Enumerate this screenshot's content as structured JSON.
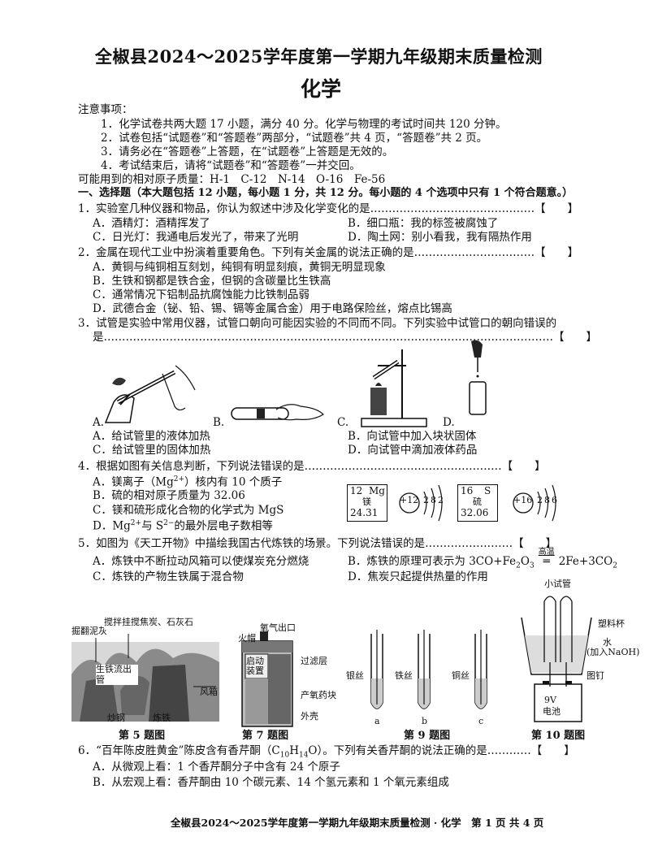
{
  "header": {
    "title": "全椒县2024～2025学年度第一学期九年级期末质量检测",
    "subject": "化学"
  },
  "notice": {
    "heading": "注意事项：",
    "items": [
      "1．化学试卷共两大题 17 小题，满分 40 分。化学与物理的考试时间共 120 分钟。",
      "2．试卷包括“试题卷”和“答题卷”两部分，“试题卷”共 4 页，“答题卷”共 2 页。",
      "3．请务必在“答题卷”上答题，在“试题卷”上答题是无效的。",
      "4．考试结束后，请将“试题卷”和“答题卷”一并交回。"
    ],
    "atomic_mass": "可能用到的相对原子质量：H-1　C-12　N-14　O-16　Fe-56"
  },
  "section1": "一、选择题（本大题包括 12 小题，每小题 1 分，共 12 分。每小题的 4 个选项中只有 1 个符合题意。）",
  "q1": {
    "stem": "1．实验室几种仪器和物品，你认为叙述中涉及化学变化的是………………………………………【　　】",
    "a": "A．酒精灯：酒精挥发了",
    "b": "B．细口瓶：我的标签被腐蚀了",
    "c": "C．日光灯：我通电后发光了，带来了光明",
    "d": "D．陶土网：别小看我，我有隔热作用"
  },
  "q2": {
    "stem": "2．金属在现代工业中扮演着重要角色。下列有关金属的说法正确的是……………………………【　　】",
    "a": "A．黄铜与纯铜相互刻划，纯铜有明显刻痕，黄铜无明显现象",
    "b": "B．生铁和钢都是铁合金，但钢的含碳量比生铁高",
    "c": "C．通常情况下铝制品抗腐蚀能力比铁制品弱",
    "d": "D．武德合金（铋、铅、锡、镉等金属合金）用于电路保险丝，熔点比锡高"
  },
  "q3": {
    "stem1": "3．试管是实验中常用仪器，试管口朝向可能因实验的不同而不同。下列实验中试管口的朝向错误的",
    "stem2": "是……………………………………………………………………………………………………………【　　】",
    "labels": [
      "A.",
      "B.",
      "C.",
      "D."
    ],
    "a": "A．给试管里的液体加热",
    "b": "B．向试管中加入块状固体",
    "c": "C．给试管里的固体加热",
    "d": "D．向试管中滴加液体药品"
  },
  "q4": {
    "stem": "4．根据如图有关信息判断，下列说法错误的是………………………………………………【　　】",
    "a1": "A．镁离子（Mg",
    "a_sup": "2+",
    "a2": "）核内有 10 个质子",
    "b": "B．硫的相对原子质量为 32.06",
    "c": "C．镁和硫形成化合物的化学式为 MgS",
    "d1": "D．Mg",
    "d_sup1": "2+",
    "d2": "与 S",
    "d_sup2": "2−",
    "d3": "的最外层电子数相等",
    "mg": {
      "num": "12",
      "sym": "Mg",
      "name": "镁",
      "mass": "24.31",
      "nucleus": "+12",
      "shells": [
        "2",
        "8",
        "2"
      ]
    },
    "s": {
      "num": "16",
      "sym": "S",
      "name": "硫",
      "mass": "32.06",
      "nucleus": "+16",
      "shells": [
        "2",
        "8",
        "6"
      ]
    }
  },
  "q5": {
    "stem": "5．如图为《天工开物》中描绘我国古代炼铁的场景。下列说法错误的是……………………【　　】",
    "a": "A．炼铁中不断拉动风箱可以使煤炭充分燃烧",
    "b1": "B．炼铁的原理可表示为 3CO+Fe",
    "b_sub1": "2",
    "b2": "O",
    "b_sub2": "3",
    "b_cond": "高温",
    "b3": "2Fe+3CO",
    "b_sub3": "2",
    "c": "C．炼铁的产物生铁属于混合物",
    "d": "D．焦炭只起提供热量的作用"
  },
  "fig5": {
    "labels": [
      "掘翻泥灰",
      "搅拌挂搅焦炭、石灰石",
      "生铁流出管",
      "风箱",
      "炒钢",
      "炼铁"
    ],
    "caption": "第 5 题图"
  },
  "fig7": {
    "labels": [
      "氧气出口",
      "火帽",
      "过滤层",
      "启动装置",
      "产氧药块",
      "外壳"
    ],
    "caption": "第 7 题图"
  },
  "fig9": {
    "metals": [
      "银丝",
      "铁丝",
      "铜丝"
    ],
    "tubes": [
      "a",
      "b",
      "c"
    ],
    "caption": "第 9 题图"
  },
  "fig10": {
    "labels": [
      "小试管",
      "塑料杯",
      "水",
      "(加入NaOH)",
      "图钉",
      "9V",
      "电池"
    ],
    "caption": "第 10 题图"
  },
  "q6": {
    "stem1": "6．“百年陈皮胜黄金”陈皮含有香芹酮（C",
    "sub1": "10",
    "stem2": "H",
    "sub2": "14",
    "stem3": "O）。下列有关香芹酮的说法正确的是…………【　　】",
    "a": "A．从微观上看：1 个香芹酮分子中含有 24 个原子",
    "b": "B．从宏观上看：香芹酮由 10 个碳元素、14 个氢元素和 1 个氧元素组成"
  },
  "footer": "全椒县2024～2025学年度第一学期九年级期末质量检测 · 化学　第 1 页 共 4 页"
}
